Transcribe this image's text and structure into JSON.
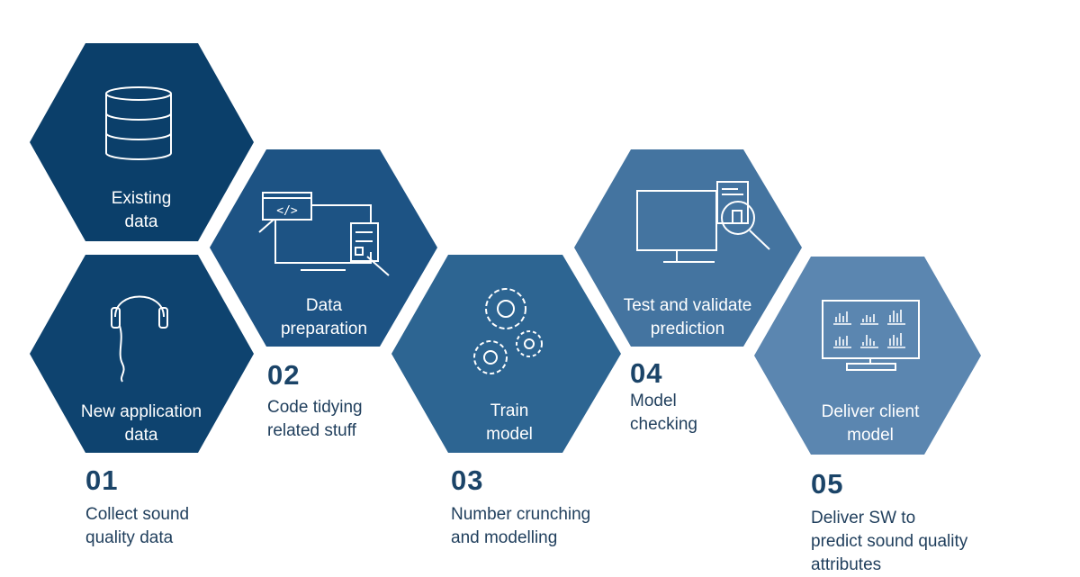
{
  "colors": {
    "hex_dark": "#0b3f6a",
    "hex_mid_dark": "#1d5384",
    "hex_mid": "#2d6592",
    "hex_light": "#4474a0",
    "hex_lightest": "#5b86b0",
    "text_dark": "#1b4468"
  },
  "hexagons": {
    "existing_data": {
      "line1": "Existing",
      "line2": "data",
      "icon": "database-icon"
    },
    "new_application": {
      "line1": "New application",
      "line2": "data",
      "icon": "headphones-icon"
    },
    "data_preparation": {
      "line1": "Data",
      "line2": "preparation",
      "icon": "code-window-icon"
    },
    "train_model": {
      "line1": "Train",
      "line2": "model",
      "icon": "gears-icon"
    },
    "test_validate": {
      "line1": "Test and validate",
      "line2": "prediction",
      "icon": "monitor-search-icon"
    },
    "deliver_client": {
      "line1": "Deliver client",
      "line2": "model",
      "icon": "dashboard-monitor-icon"
    }
  },
  "steps": {
    "s1": {
      "number": "01",
      "line1": "Collect sound",
      "line2": "quality data"
    },
    "s2": {
      "number": "02",
      "line1": "Code tidying",
      "line2": "related stuff"
    },
    "s3": {
      "number": "03",
      "line1": "Number crunching",
      "line2": "and modelling"
    },
    "s4": {
      "number": "04",
      "line1": "Model",
      "line2": "checking"
    },
    "s5": {
      "number": "05",
      "line1": "Deliver SW to",
      "line2": "predict sound quality",
      "line3": "attributes"
    }
  }
}
